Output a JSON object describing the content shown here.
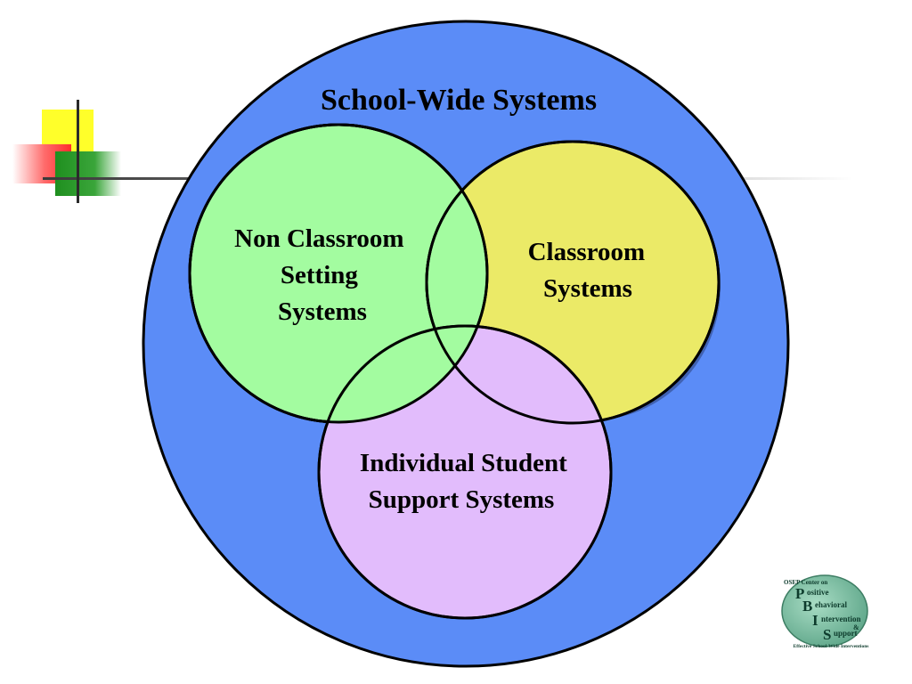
{
  "diagram": {
    "outer_title": "School-Wide Systems",
    "circles": {
      "non_classroom": {
        "lines": [
          "Non Classroom",
          "Setting",
          "Systems"
        ]
      },
      "classroom": {
        "lines": [
          "Classroom",
          "Systems"
        ]
      },
      "individual": {
        "lines": [
          "Individual Student",
          "Support Systems"
        ]
      }
    }
  },
  "logo": {
    "top_line": "OSEP Center on",
    "letters": [
      "P",
      "B",
      "I",
      "S"
    ],
    "words": [
      "ositive",
      "ehavioral",
      "ntervention",
      "&",
      "upport"
    ],
    "tagline": "Effective School-Wide Interventions"
  },
  "colors": {
    "outer_circle": "#5b8cf7",
    "non_classroom": "#a3fca0",
    "classroom": "#ebea67",
    "individual": "#e2bcfc",
    "outline": "#000000",
    "corner_yellow": "#ffff2a",
    "corner_red": "#ff3b3b",
    "corner_green": "#2e9c2e",
    "logo_fill": "#6fb59a"
  }
}
